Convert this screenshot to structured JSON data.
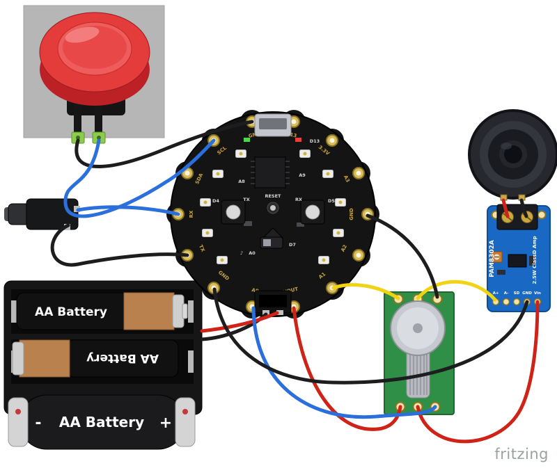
{
  "watermark": {
    "text": "fritzing"
  },
  "colors": {
    "wire_black": "#1d1d1f",
    "wire_red": "#cf2318",
    "wire_blue": "#2a6fdb",
    "wire_yellow": "#f0d414"
  },
  "icons": {
    "music_note": "♪"
  },
  "battery_holder": {
    "battery_top": "AA Battery",
    "battery_middle": "AA Battery"
  },
  "loose_battery": {
    "label": "AA Battery",
    "minus": "-",
    "plus": "+"
  },
  "circuit_playground": {
    "pads": [
      "GND",
      "SCL",
      "SDA",
      "RX",
      "TX",
      "GND",
      "A0",
      "VOUT",
      "A1",
      "A2",
      "GND",
      "A3",
      "3.3V",
      "D13"
    ],
    "silk": {
      "d13": "D13",
      "tx": "TX",
      "reset": "RESET",
      "rx": "RX",
      "d4": "D4",
      "d5": "D5",
      "a8": "A8",
      "a9": "A9",
      "a0": "A0",
      "d7": "D7"
    }
  },
  "amp": {
    "title": "PAM8302A",
    "subtitle": "2.5W ClassD Amp",
    "pins": [
      "A+",
      "A-",
      "SD",
      "GND",
      "Vin"
    ]
  }
}
